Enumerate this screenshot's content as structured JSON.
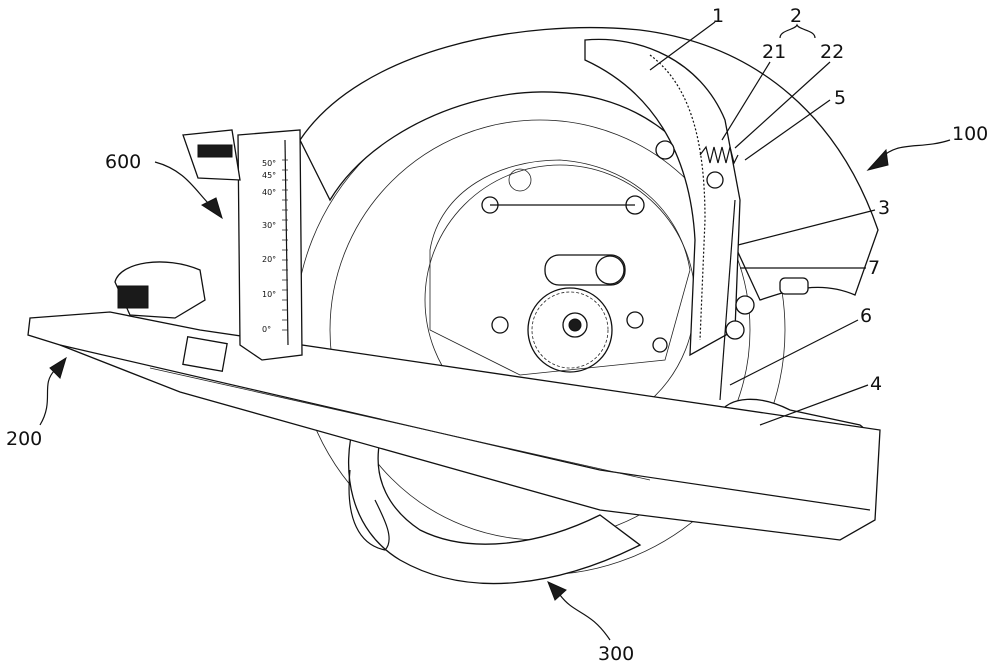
{
  "labels": {
    "l1": "1",
    "l2": "2",
    "l21": "21",
    "l22": "22",
    "l5": "5",
    "l100": "100",
    "l3": "3",
    "l7": "7",
    "l6": "6",
    "l4": "4",
    "l600": "600",
    "l200": "200",
    "l300": "300"
  },
  "scale": {
    "t50": "50°",
    "t45": "45°",
    "t40": "40°",
    "t30": "30°",
    "t20": "20°",
    "t10": "10°",
    "t0": "0°"
  }
}
